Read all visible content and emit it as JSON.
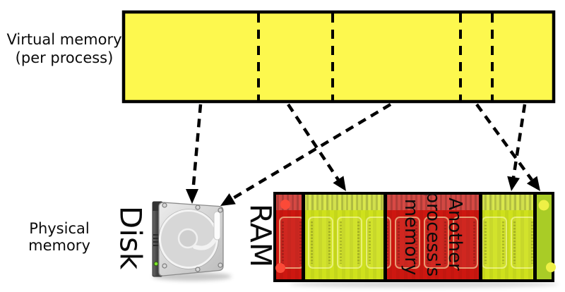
{
  "labels": {
    "virtual_line1": "Virtual memory",
    "virtual_line2": "(per process)",
    "physical_line1": "Physical",
    "physical_line2": "memory",
    "disk": "Disk",
    "ram": "RAM",
    "another_line1": "Another",
    "another_line2": "process's",
    "another_line3": "memory"
  },
  "colors": {
    "background": "#ffffff",
    "outline": "#000000",
    "virtual_yellow": "#fdf84e",
    "ram_red": "#cd1710",
    "ram_yellow_green": "#cfe11c",
    "ram_green": "#a9cc26",
    "hole_red": "#fb4a38",
    "hole_yellow": "#eef046",
    "disk_led_green": "#7ce32a"
  },
  "virtual_memory": {
    "page_count": 5,
    "divider_style": "dashed"
  },
  "mappings": [
    {
      "from": "virtual-page-1",
      "to": "disk"
    },
    {
      "from": "virtual-page-2",
      "to": "ram-region-2"
    },
    {
      "from": "virtual-page-3",
      "to": "disk"
    },
    {
      "from": "virtual-page-4",
      "to": "ram-region-5"
    },
    {
      "from": "virtual-page-5",
      "to": "ram-region-4"
    }
  ]
}
